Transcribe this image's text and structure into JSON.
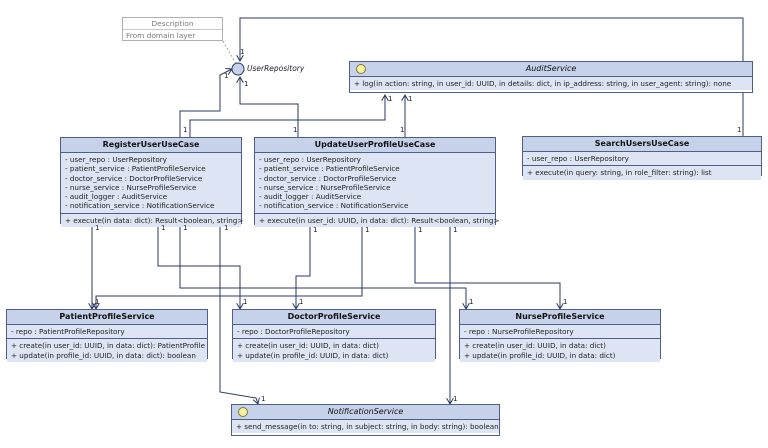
{
  "note": {
    "title": "Description",
    "body": "From domain layer"
  },
  "user_repository": {
    "name": "UserRepository"
  },
  "audit_service": {
    "name": "AuditService",
    "methods": [
      "+ log(in action: string, in user_id: UUID, in details: dict, in ip_address: string, in user_agent: string): none"
    ]
  },
  "register_user": {
    "name": "RegisterUserUseCase",
    "attributes": [
      "- user_repo : UserRepository",
      "- patient_service : PatientProfileService",
      "- doctor_service : DoctorProfileService",
      "- nurse_service : NurseProfileService",
      "- audit_logger : AuditService",
      "- notification_service : NotificationService"
    ],
    "methods": [
      "+ execute(in data: dict): Result<boolean, string>"
    ]
  },
  "update_user_profile": {
    "name": "UpdateUserProfileUseCase",
    "attributes": [
      "- user_repo : UserRepository",
      "- patient_service : PatientProfileService",
      "- doctor_service : DoctorProfileService",
      "- nurse_service : NurseProfileService",
      "- audit_logger : AuditService",
      "- notification_service : NotificationService"
    ],
    "methods": [
      "+ execute(in user_id: UUID, in data: dict): Result<boolean, string>"
    ]
  },
  "search_users": {
    "name": "SearchUsersUseCase",
    "attributes": [
      "- user_repo : UserRepository"
    ],
    "methods": [
      "+ execute(in query: string, in role_filter: string): list"
    ]
  },
  "patient_profile": {
    "name": "PatientProfileService",
    "attributes": [
      "- repo : PatientProfileRepository"
    ],
    "methods": [
      "+ create(in user_id: UUID, in data: dict): PatientProfile",
      "+ update(in profile_id: UUID, in data: dict): boolean"
    ]
  },
  "doctor_profile": {
    "name": "DoctorProfileService",
    "attributes": [
      "- repo : DoctorProfileRepository"
    ],
    "methods": [
      "+ create(in user_id: UUID, in data: dict)",
      "+ update(in profile_id: UUID, in data: dict)"
    ]
  },
  "nurse_profile": {
    "name": "NurseProfileService",
    "attributes": [
      "- repo : NurseProfileRepository"
    ],
    "methods": [
      "+ create(in user_id: UUID, in data: dict)",
      "+ update(in profile_id: UUID, in data: dict)"
    ]
  },
  "notification_service": {
    "name": "NotificationService",
    "methods": [
      "+ send_message(in to: string, in subject: string, in body: string): boolean"
    ]
  },
  "multiplicity": "1"
}
